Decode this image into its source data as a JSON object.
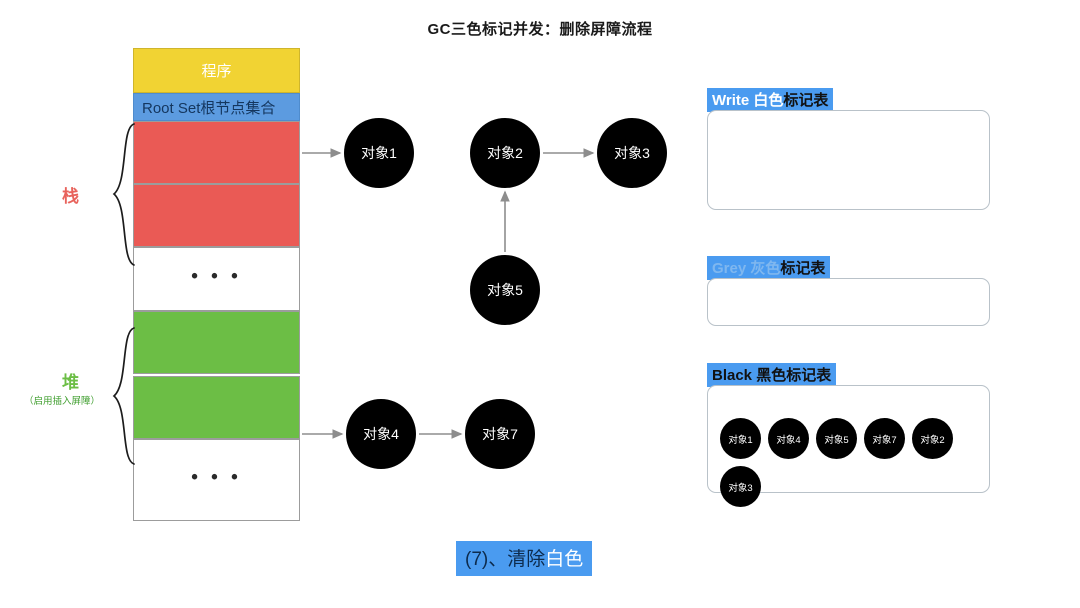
{
  "title": "GC三色标记并发：删除屏障流程",
  "memory": {
    "program_label": "程序",
    "rootset_label": "Root Set根节点集合",
    "ellipsis": "• • •",
    "cells": [
      {
        "name": "program",
        "fill": "#F1D333",
        "label": "程序"
      },
      {
        "name": "rootset",
        "fill": "#5C9BE0",
        "label": "Root Set根节点集合"
      },
      {
        "name": "stack-slot-1",
        "fill": "#EA5A55",
        "label": ""
      },
      {
        "name": "stack-slot-2",
        "fill": "#EA5A55",
        "label": ""
      },
      {
        "name": "stack-overflow",
        "fill": "#FFFFFF",
        "label": "• • •"
      },
      {
        "name": "heap-slot-1",
        "fill": "#6CBE45",
        "label": ""
      },
      {
        "name": "heap-slot-2",
        "fill": "#6CBE45",
        "label": ""
      },
      {
        "name": "heap-overflow",
        "fill": "#FFFFFF",
        "label": "• • •"
      }
    ]
  },
  "regions": {
    "stack": {
      "label": "栈",
      "color": "#E8635C"
    },
    "heap": {
      "label": "堆",
      "sub_label": "（启用插入屏障）",
      "color": "#6CBE45"
    }
  },
  "graph": {
    "nodes": [
      {
        "id": "obj1",
        "label": "对象1"
      },
      {
        "id": "obj2",
        "label": "对象2"
      },
      {
        "id": "obj3",
        "label": "对象3"
      },
      {
        "id": "obj5",
        "label": "对象5"
      },
      {
        "id": "obj4",
        "label": "对象4"
      },
      {
        "id": "obj7",
        "label": "对象7"
      }
    ],
    "edges": [
      {
        "from": "stack-slot-1",
        "to": "obj1"
      },
      {
        "from": "obj2",
        "to": "obj3"
      },
      {
        "from": "obj5",
        "to": "obj2"
      },
      {
        "from": "heap-slot-2",
        "to": "obj4"
      },
      {
        "from": "obj4",
        "to": "obj7"
      }
    ]
  },
  "tables": {
    "white": {
      "title_en": "Write ",
      "title_cn_hl": "白色",
      "title_cn": "标记表",
      "items": []
    },
    "grey": {
      "title_en": "Grey ",
      "title_cn_hl": "灰色",
      "title_cn": "标记表",
      "items": []
    },
    "black": {
      "title_en": "Black ",
      "title_cn_hl": "黑色",
      "title_cn": "标记表",
      "items": [
        "对象1",
        "对象4",
        "对象5",
        "对象7",
        "对象2",
        "对象3"
      ]
    }
  },
  "footer": {
    "step": "(7)、清除",
    "highlight": "白色"
  },
  "colors": {
    "accent_blue": "#4A9BF0",
    "rootset_blue": "#5C9BE0",
    "red": "#EA5A55",
    "green": "#6CBE45",
    "yellow": "#F1D333",
    "node_black": "#000000",
    "arrow_grey": "#8d8d8d"
  }
}
